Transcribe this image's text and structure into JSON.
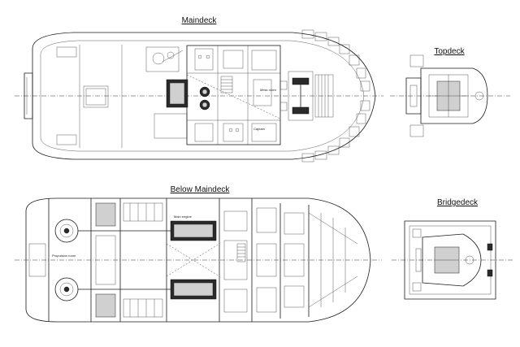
{
  "views": {
    "maindeck": {
      "title": "Maindeck",
      "labels": [
        "Mess room",
        "Captain"
      ]
    },
    "topdeck": {
      "title": "Topdeck"
    },
    "below": {
      "title": "Below Maindeck",
      "labels": [
        "Main engine",
        "Propulsion room"
      ]
    },
    "bridgedeck": {
      "title": "Bridgedeck"
    }
  },
  "colors": {
    "line": "#1a1a1a",
    "background": "#ffffff"
  }
}
